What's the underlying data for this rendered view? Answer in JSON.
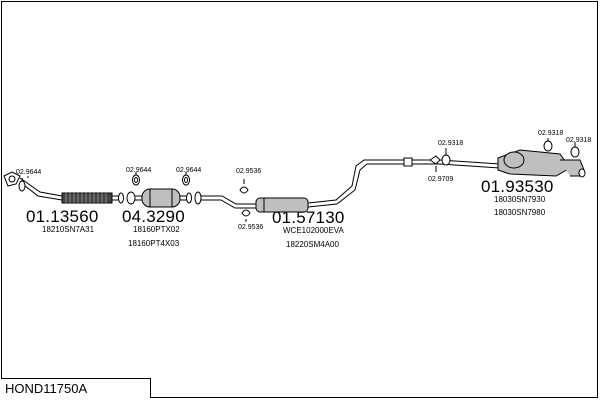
{
  "diagram": {
    "title": "HOND11750A",
    "colors": {
      "ink": "#000000",
      "part_fill": "#bfbfbf",
      "bg": "#ffffff"
    },
    "assemblies": [
      {
        "id": "front-pipe",
        "part_number": "01.13560",
        "oem": [
          "18210SN7A31"
        ]
      },
      {
        "id": "catalyst",
        "part_number": "04.3290",
        "oem": [
          "18160PTX02",
          "18160PT4X03"
        ]
      },
      {
        "id": "middle-silencer",
        "part_number": "01.57130",
        "oem": [
          "WCE102000EVA",
          "18220SM4A00"
        ]
      },
      {
        "id": "rear-silencer",
        "part_number": "01.93530",
        "oem": [
          "18030SN7930",
          "18030SN7980"
        ]
      }
    ],
    "fittings": [
      {
        "id": "fit-1",
        "code": "02.9644"
      },
      {
        "id": "fit-2",
        "code": "02.9644"
      },
      {
        "id": "fit-3",
        "code": "02.9644"
      },
      {
        "id": "fit-4",
        "code": "02.9536"
      },
      {
        "id": "fit-5",
        "code": "02.9536"
      },
      {
        "id": "fit-6",
        "code": "02.9318"
      },
      {
        "id": "fit-7",
        "code": "02.9709"
      },
      {
        "id": "fit-8",
        "code": "02.9318"
      },
      {
        "id": "fit-9",
        "code": "02.9318"
      }
    ]
  }
}
